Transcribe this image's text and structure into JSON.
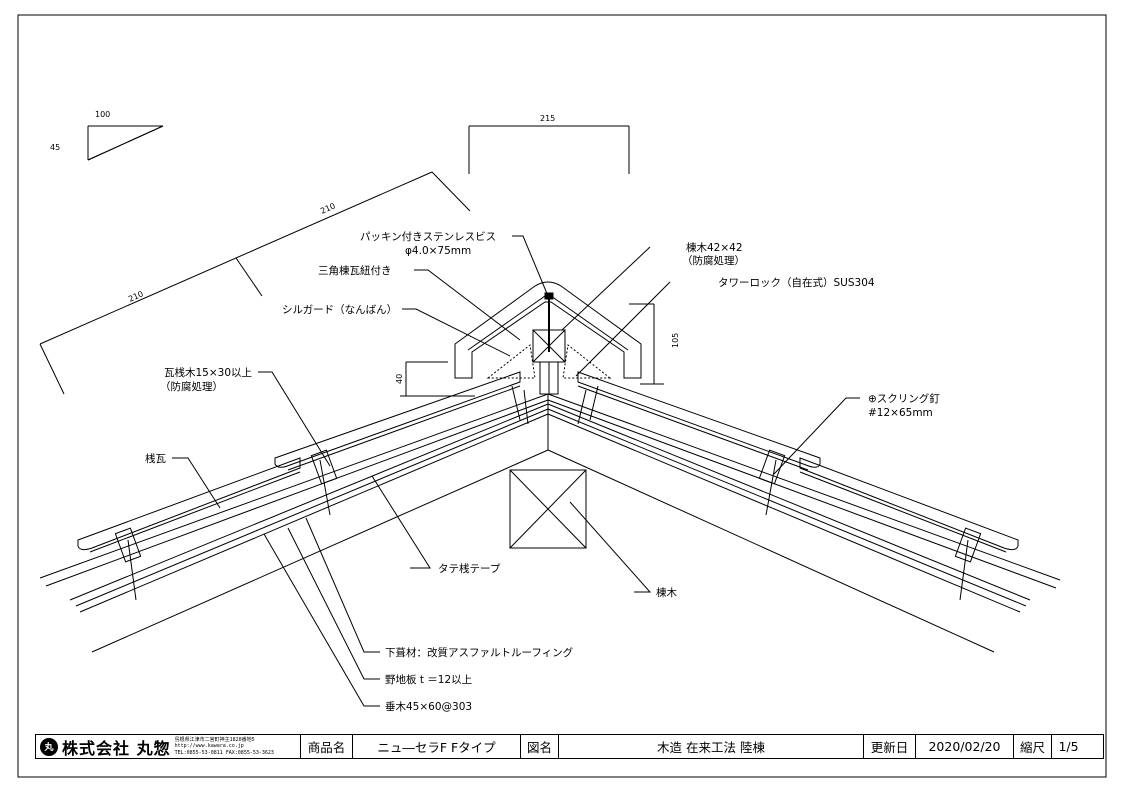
{
  "dimensions": {
    "slope_run": "100",
    "slope_rise": "45",
    "ridge_width": "215",
    "upper_length": "210",
    "lower_length": "210",
    "ridge_height": "105",
    "ridge_clearance": "40"
  },
  "labels": {
    "screw": "パッキン付きステンレスビス",
    "screw_size": "φ4.0×75mm",
    "ridge_tile": "三角棟瓦紐付き",
    "sealant": "シルガード（なんばん）",
    "ridge_batten": "棟木42×42",
    "ridge_batten_note": "（防腐処理）",
    "tower_lock": "タワーロック（自在式）SUS304",
    "tile_batten": "瓦桟木15×30以上",
    "tile_batten_note": "（防腐処理）",
    "ring_nail": "⊕スクリング釘",
    "ring_nail_size": "#12×65mm",
    "roof_tile": "桟瓦",
    "vertical_tape": "タテ桟テープ",
    "ridge_beam": "棟木",
    "underlayment": "下葺材：改質アスファルトルーフィング",
    "sheathing": "野地板 t ＝12以上",
    "rafter": "垂木45×60@303"
  },
  "title_block": {
    "logo": "丸",
    "company": "株式会社 丸惣",
    "address": "島根県江津市二宮町神主1820番地5",
    "url": "http://www.kawara.co.jp",
    "tel": "TEL:0855-53-0811 FAX:0855-53-3623",
    "product_label": "商品名",
    "product": "ニュ―セラF Fタイプ",
    "drawing_label": "図名",
    "drawing": "木造 在来工法 陸棟",
    "updated_label": "更新日",
    "updated": "2020/02/20",
    "scale_label": "縮尺",
    "scale": "1/5"
  }
}
